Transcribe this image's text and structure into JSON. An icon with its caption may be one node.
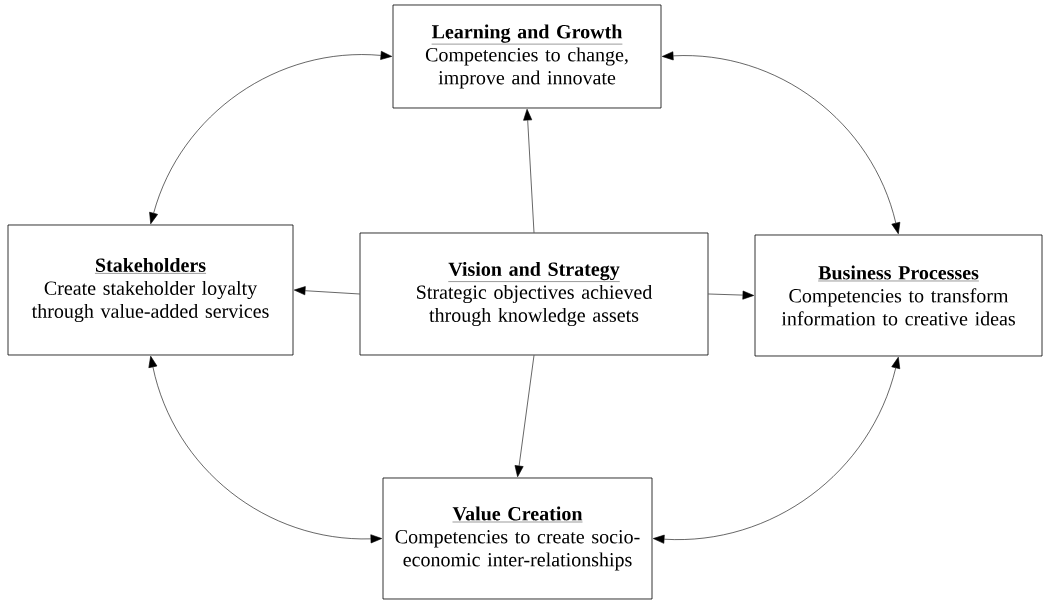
{
  "diagram": {
    "nodes": [
      {
        "text": [
          "Learning and Growth",
          "Competencies to change, improve and innovate"
        ]
      },
      {
        "text": [
          "Stakeholders",
          "Create stakeholder loyalty through value-added services"
        ]
      },
      {
        "text": [
          "Vision and Strategy",
          "Strategic objectives achieved through knowledge assets"
        ]
      },
      {
        "text": [
          "Business Processes",
          "Competencies to transform information to creative ideas"
        ]
      },
      {
        "text": [
          "Value Creation",
          "Competencies to create socio-economic inter-relationships"
        ]
      }
    ],
    "edges": [
      {
        "from": 2,
        "to": 0,
        "arrow": "to"
      },
      {
        "from": 2,
        "to": 1,
        "arrow": "to"
      },
      {
        "from": 2,
        "to": 3,
        "arrow": "to"
      },
      {
        "from": 2,
        "to": 4,
        "arrow": "to"
      },
      {
        "from": 0,
        "to": 1,
        "arrow": "both"
      },
      {
        "from": 0,
        "to": 3,
        "arrow": "both"
      },
      {
        "from": 1,
        "to": 4,
        "arrow": "both"
      },
      {
        "from": 3,
        "to": 4,
        "arrow": "both"
      }
    ]
  }
}
